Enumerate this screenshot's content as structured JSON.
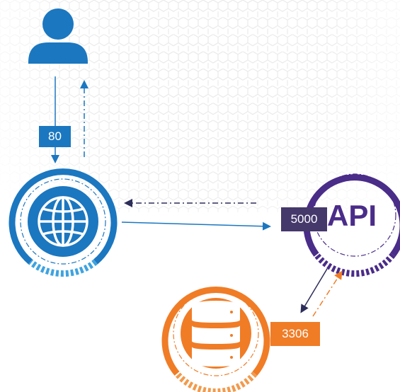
{
  "colors": {
    "web": "#1b77c0",
    "web_light": "#3ea3e0",
    "api": "#4a2c89",
    "api_label_bg": "#45386b",
    "db": "#f07c26",
    "db_light": "#f29a4c"
  },
  "icons": {
    "user": "user-icon",
    "web": "globe-icon",
    "db": "database-icon"
  },
  "labels": {
    "port_user": "80",
    "port_api": "5000",
    "port_db": "3306",
    "api_text": "API"
  }
}
